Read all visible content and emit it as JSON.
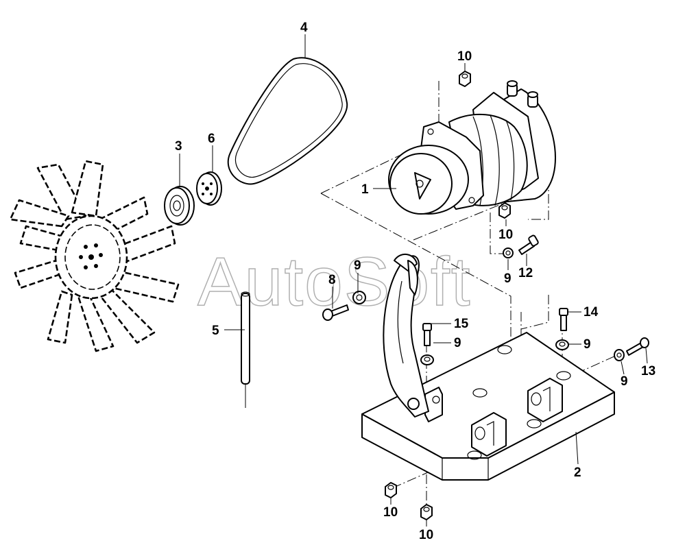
{
  "watermark": "AutoSoft",
  "callouts": [
    {
      "id": "1",
      "text": "1"
    },
    {
      "id": "2",
      "text": "2"
    },
    {
      "id": "3",
      "text": "3"
    },
    {
      "id": "4",
      "text": "4"
    },
    {
      "id": "5",
      "text": "5"
    },
    {
      "id": "6",
      "text": "6"
    },
    {
      "id": "8",
      "text": "8"
    },
    {
      "id": "9a",
      "text": "9"
    },
    {
      "id": "9b",
      "text": "9"
    },
    {
      "id": "9c",
      "text": "9"
    },
    {
      "id": "9d",
      "text": "9"
    },
    {
      "id": "9e",
      "text": "9"
    },
    {
      "id": "10a",
      "text": "10"
    },
    {
      "id": "10b",
      "text": "10"
    },
    {
      "id": "10c",
      "text": "10"
    },
    {
      "id": "10d",
      "text": "10"
    },
    {
      "id": "12",
      "text": "12"
    },
    {
      "id": "13",
      "text": "13"
    },
    {
      "id": "14",
      "text": "14"
    },
    {
      "id": "15",
      "text": "15"
    }
  ]
}
